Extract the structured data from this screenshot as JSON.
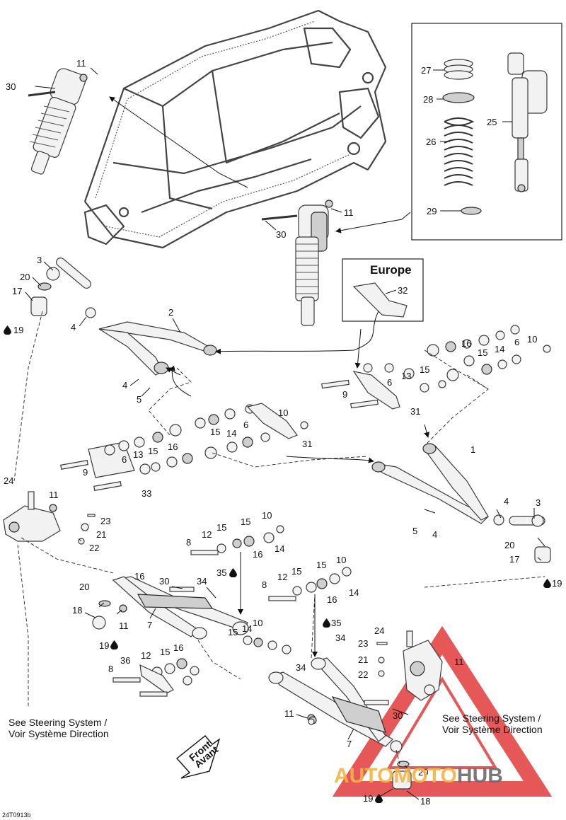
{
  "drawing_code": "24T0913b",
  "europe_label": "Europe",
  "front_arrow_lines": [
    "Front",
    "Avant"
  ],
  "notes": {
    "left": [
      "See Steering System /",
      "Voir Système Direction"
    ],
    "right": [
      "See Steering System /",
      "Voir Système Direction"
    ]
  },
  "watermark": {
    "word_primary": "AUTOMOTO",
    "word_secondary": "HUB",
    "primary_color": "#f0b544",
    "secondary_color": "#6b6b6b",
    "triangle_color": "#e23b3b"
  },
  "callouts": [
    {
      "id": "c30a",
      "text": "30"
    },
    {
      "id": "c11a",
      "text": "11"
    },
    {
      "id": "c27",
      "text": "27"
    },
    {
      "id": "c28",
      "text": "28"
    },
    {
      "id": "c25",
      "text": "25"
    },
    {
      "id": "c26",
      "text": "26"
    },
    {
      "id": "c29",
      "text": "29"
    },
    {
      "id": "c11b",
      "text": "11"
    },
    {
      "id": "c30b",
      "text": "30"
    },
    {
      "id": "c32",
      "text": "32"
    },
    {
      "id": "c3a",
      "text": "3"
    },
    {
      "id": "c20a",
      "text": "20"
    },
    {
      "id": "c17a",
      "text": "17"
    },
    {
      "id": "c19a",
      "text": "19"
    },
    {
      "id": "c4a",
      "text": "4"
    },
    {
      "id": "c2",
      "text": "2"
    },
    {
      "id": "c4b",
      "text": "4"
    },
    {
      "id": "c5a",
      "text": "5"
    },
    {
      "id": "c10a",
      "text": "10"
    },
    {
      "id": "c6a",
      "text": "6"
    },
    {
      "id": "c14a",
      "text": "14"
    },
    {
      "id": "c16a",
      "text": "16"
    },
    {
      "id": "c15a",
      "text": "15"
    },
    {
      "id": "c13a",
      "text": "13"
    },
    {
      "id": "c6b",
      "text": "6"
    },
    {
      "id": "c15b",
      "text": "15"
    },
    {
      "id": "c9a",
      "text": "9"
    },
    {
      "id": "c31a",
      "text": "31"
    },
    {
      "id": "c10b",
      "text": "10"
    },
    {
      "id": "c6c",
      "text": "6"
    },
    {
      "id": "c15c",
      "text": "15"
    },
    {
      "id": "c14b",
      "text": "14"
    },
    {
      "id": "c31b",
      "text": "31"
    },
    {
      "id": "c13b",
      "text": "13"
    },
    {
      "id": "c6d",
      "text": "6"
    },
    {
      "id": "c15d",
      "text": "15"
    },
    {
      "id": "c16b",
      "text": "16"
    },
    {
      "id": "c9b",
      "text": "9"
    },
    {
      "id": "c33",
      "text": "33"
    },
    {
      "id": "c1",
      "text": "1"
    },
    {
      "id": "c24a",
      "text": "24"
    },
    {
      "id": "c11c",
      "text": "11"
    },
    {
      "id": "c23a",
      "text": "23"
    },
    {
      "id": "c21a",
      "text": "21"
    },
    {
      "id": "c22a",
      "text": "22"
    },
    {
      "id": "c4c",
      "text": "4"
    },
    {
      "id": "c3b",
      "text": "3"
    },
    {
      "id": "c5b",
      "text": "5"
    },
    {
      "id": "c4d",
      "text": "4"
    },
    {
      "id": "c20b",
      "text": "20"
    },
    {
      "id": "c17b",
      "text": "17"
    },
    {
      "id": "c19b",
      "text": "19"
    },
    {
      "id": "c10c",
      "text": "10"
    },
    {
      "id": "c15e",
      "text": "15"
    },
    {
      "id": "c12a",
      "text": "12"
    },
    {
      "id": "c8a",
      "text": "8"
    },
    {
      "id": "c15f",
      "text": "15"
    },
    {
      "id": "c16c",
      "text": "16"
    },
    {
      "id": "c14c",
      "text": "14"
    },
    {
      "id": "c16d",
      "text": "16"
    },
    {
      "id": "c30c",
      "text": "30"
    },
    {
      "id": "c34a",
      "text": "34"
    },
    {
      "id": "c35a",
      "text": "35"
    },
    {
      "id": "c20c",
      "text": "20"
    },
    {
      "id": "c18a",
      "text": "18"
    },
    {
      "id": "c11d",
      "text": "11"
    },
    {
      "id": "c7a",
      "text": "7"
    },
    {
      "id": "c19c",
      "text": "19"
    },
    {
      "id": "c10d",
      "text": "10"
    },
    {
      "id": "c12b",
      "text": "12"
    },
    {
      "id": "c15g",
      "text": "15"
    },
    {
      "id": "c15h",
      "text": "15"
    },
    {
      "id": "c8b",
      "text": "8"
    },
    {
      "id": "c16e",
      "text": "16"
    },
    {
      "id": "c14d",
      "text": "14"
    },
    {
      "id": "c10e",
      "text": "10"
    },
    {
      "id": "c15i",
      "text": "15"
    },
    {
      "id": "c14e",
      "text": "14"
    },
    {
      "id": "c35b",
      "text": "35"
    },
    {
      "id": "c34b",
      "text": "34"
    },
    {
      "id": "c36",
      "text": "36"
    },
    {
      "id": "c12c",
      "text": "12"
    },
    {
      "id": "c15j",
      "text": "15"
    },
    {
      "id": "c16f",
      "text": "16"
    },
    {
      "id": "c8c",
      "text": "8"
    },
    {
      "id": "c34c",
      "text": "34"
    },
    {
      "id": "c24b",
      "text": "24"
    },
    {
      "id": "c23b",
      "text": "23"
    },
    {
      "id": "c21b",
      "text": "21"
    },
    {
      "id": "c22b",
      "text": "22"
    },
    {
      "id": "c11e",
      "text": "11"
    },
    {
      "id": "c11f",
      "text": "11"
    },
    {
      "id": "c30d",
      "text": "30"
    },
    {
      "id": "c7b",
      "text": "7"
    },
    {
      "id": "c20d",
      "text": "20"
    },
    {
      "id": "c19d",
      "text": "19"
    },
    {
      "id": "c18b",
      "text": "18"
    }
  ]
}
